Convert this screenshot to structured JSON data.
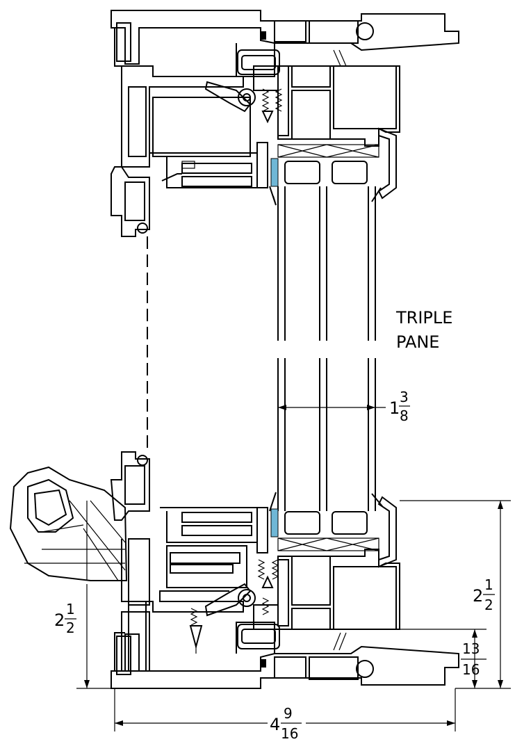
{
  "glazing_label": {
    "line1": "TRIPLE",
    "line2": "PANE"
  },
  "dimensions": {
    "glass_thickness": {
      "whole": "1",
      "num": "3",
      "den": "8"
    },
    "overall_width": {
      "whole": "4",
      "num": "9",
      "den": "16"
    },
    "right_height": {
      "whole": "2",
      "num": "1",
      "den": "2"
    },
    "left_height": {
      "whole": "2",
      "num": "1",
      "den": "2"
    },
    "bottom_small": {
      "num": "13",
      "den": "16"
    }
  },
  "colors": {
    "line": "#000000",
    "spacer": "#6fb7d6",
    "background": "#ffffff"
  },
  "icons": [
    "hinge-arm-icon",
    "spring-icon",
    "seal-icon",
    "handle-icon"
  ]
}
